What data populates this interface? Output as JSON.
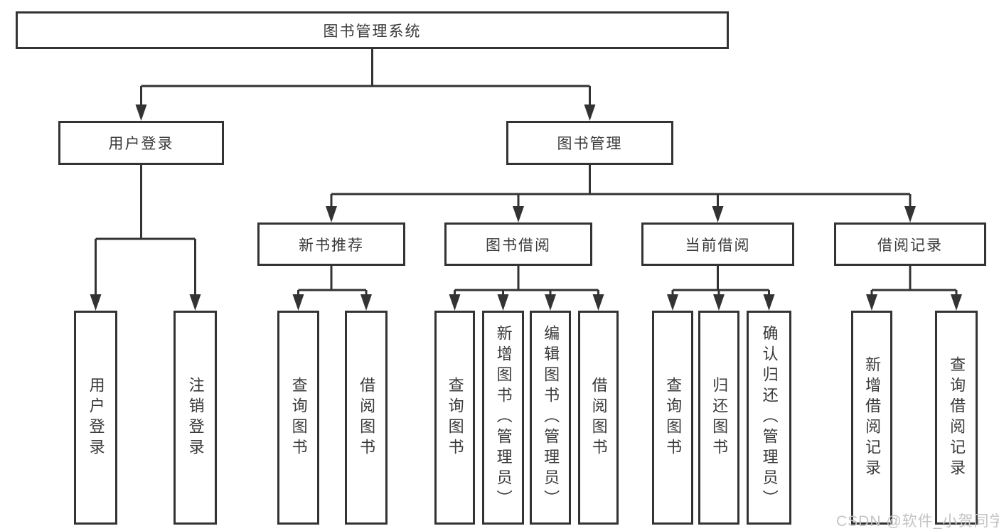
{
  "diagram": {
    "title_node": "图书管理系统",
    "branches": [
      {
        "label": "用户登录",
        "leaves": [
          "用户登录",
          "注销登录"
        ]
      },
      {
        "label": "图书管理",
        "groups": [
          {
            "label": "新书推荐",
            "leaves": [
              "查询图书",
              "借阅图书"
            ]
          },
          {
            "label": "图书借阅",
            "leaves": [
              "查询图书",
              "新增图书（管理员）",
              "编辑图书（管理员）",
              "借阅图书"
            ]
          },
          {
            "label": "当前借阅",
            "leaves": [
              "查询图书",
              "归还图书",
              "确认归还（管理员）"
            ]
          },
          {
            "label": "借阅记录",
            "leaves": [
              "新增借阅记录",
              "查询借阅记录"
            ]
          }
        ]
      }
    ],
    "watermark": "CSDN @软件_小贺同学",
    "colors": {
      "line": "#333333",
      "text": "#3a3a3a",
      "background": "#ffffff",
      "watermark": "#c4c4c4"
    }
  }
}
